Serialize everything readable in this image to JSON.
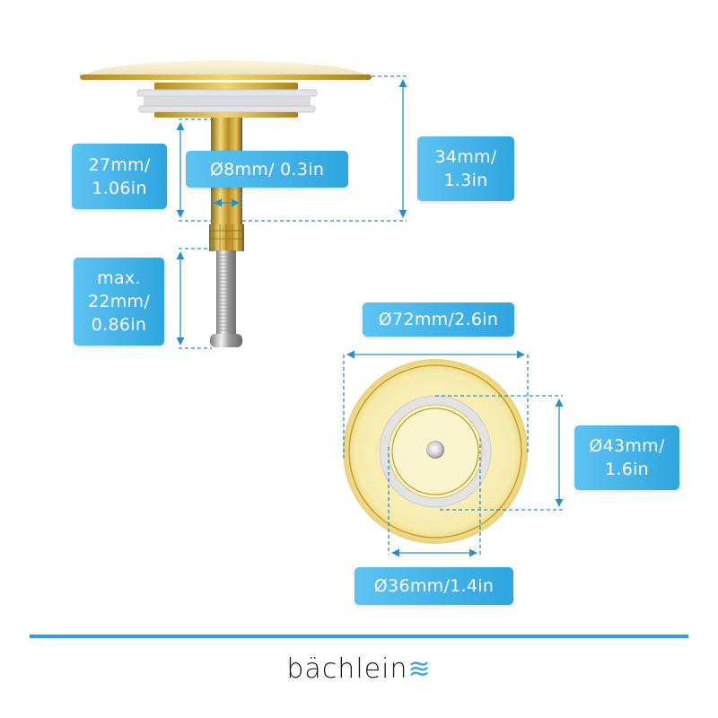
{
  "side_view": {
    "labels": {
      "stem_height": [
        "27mm/",
        "1.06in"
      ],
      "stem_diameter": "Ø8mm/ 0.3in",
      "total_height": [
        "34mm/",
        "1.3in"
      ],
      "bolt_length": [
        "max.",
        "22mm/",
        "0.86in"
      ]
    }
  },
  "top_view": {
    "labels": {
      "cap_diameter": "Ø72mm/2.6in",
      "seal_diameter": [
        "Ø43mm/",
        "1.6in"
      ],
      "inner_diameter": "Ø36mm/1.4in"
    }
  },
  "brand": {
    "name": "bächlein",
    "mark": "≋"
  },
  "colors": {
    "accent": "#2ea5df",
    "dimension_line": "#2b8fc7",
    "divider": "#33a0d6",
    "gold": "#d8b33c",
    "gold_light": "#f5efb8"
  }
}
